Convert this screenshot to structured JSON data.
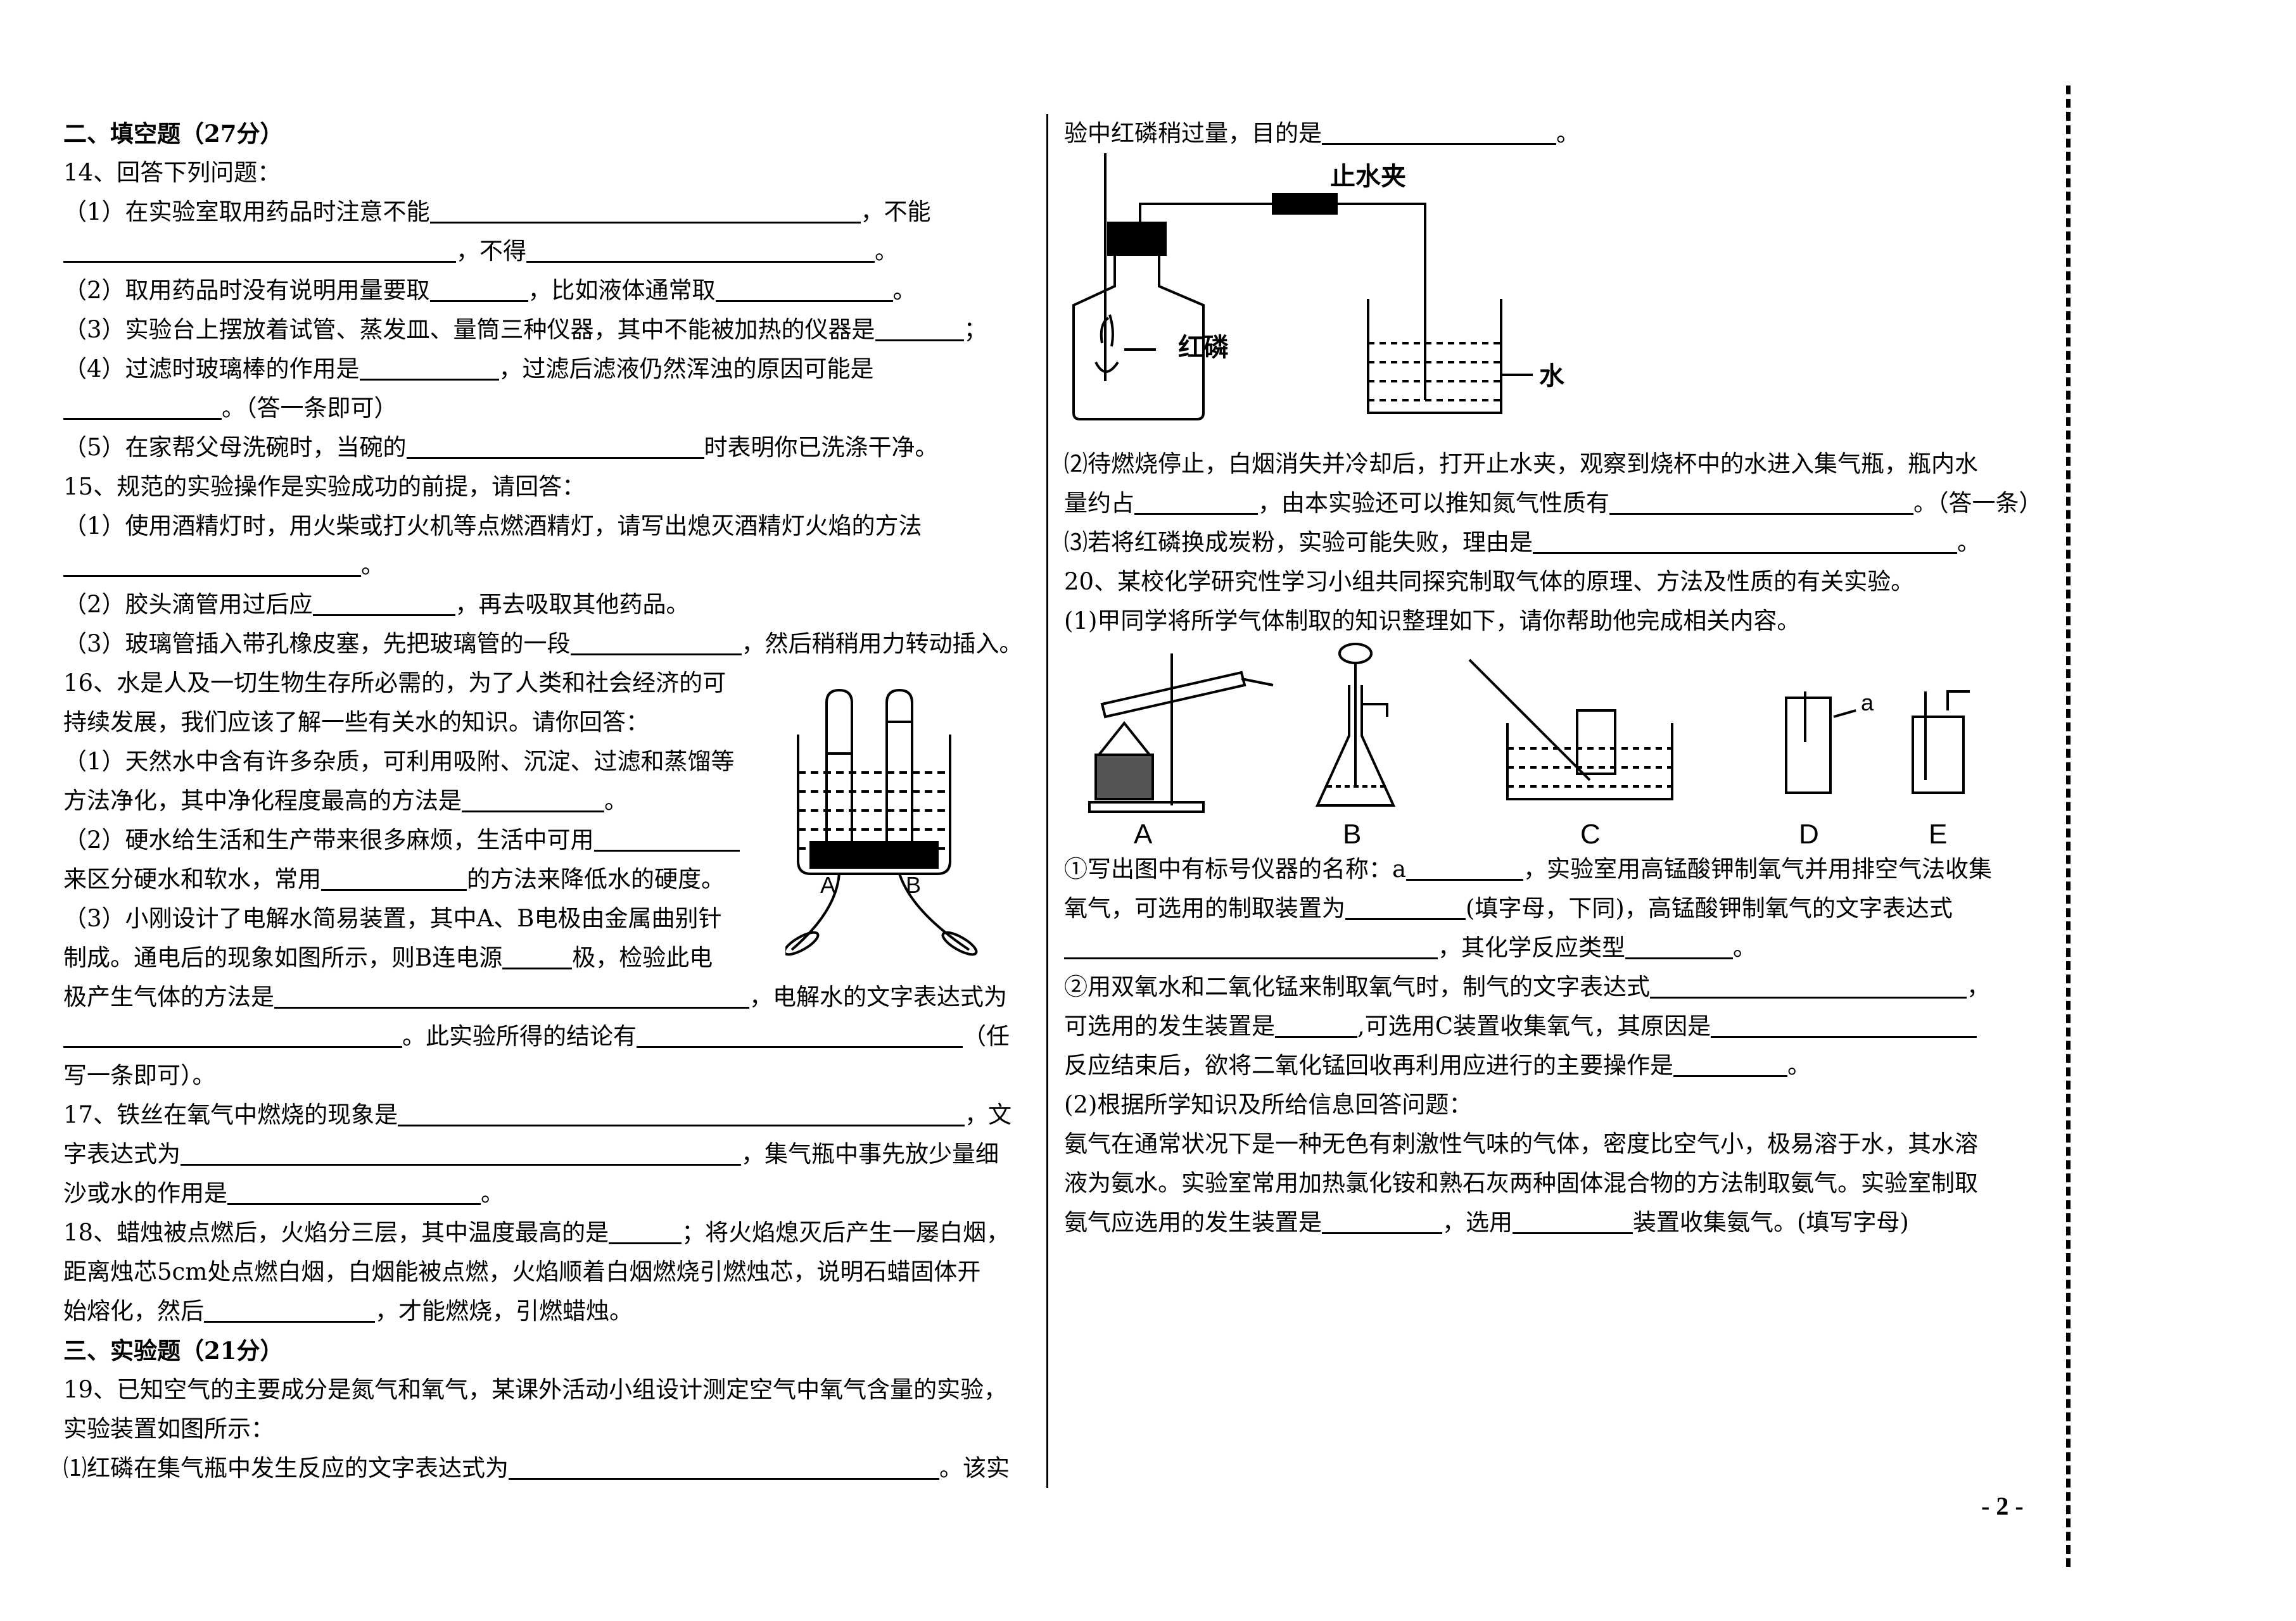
{
  "left": {
    "s2_title": "二、填空题（27分）",
    "q14": {
      "intro": "14、回答下列问题：",
      "p1a": "（1）在实验室取用药品时注意不能",
      "p1b": "，不能",
      "p1c": "，不得",
      "p1d": "。",
      "p2a": "（2）取用药品时没有说明用量要取",
      "p2b": "，比如液体通常取",
      "p2c": "。",
      "p3a": "（3）实验台上摆放着试管、蒸发皿、量筒三种仪器，其中不能被加热的仪器是",
      "p3b": "；",
      "p4a": "（4）过滤时玻璃棒的作用是",
      "p4b": "，过滤后滤液仍然浑浊的原因可能是",
      "p4c": "。（答一条即可）",
      "p5a": "（5）在家帮父母洗碗时，当碗的",
      "p5b": "时表明你已洗涤干净。"
    },
    "q15": {
      "intro": "15、规范的实验操作是实验成功的前提，请回答：",
      "p1a": "（1）使用酒精灯时，用火柴或打火机等点燃酒精灯，请写出熄灭酒精灯火焰的方法",
      "p1b": "。",
      "p2a": "（2）胶头滴管用过后应",
      "p2b": "，再去吸取其他药品。",
      "p3a": "（3）玻璃管插入带孔橡皮塞，先把玻璃管的一段",
      "p3b": "，然后稍稍用力转动插入。"
    },
    "q16": {
      "l1": "16、水是人及一切生物生存所必需的，为了人类和社会经济的可",
      "l2": "持续发展，我们应该了解一些有关水的知识。请你回答：",
      "l3": "（1）天然水中含有许多杂质，可利用吸附、沉淀、过滤和蒸馏等",
      "l4a": "方法净化，其中净化程度最高的方法是",
      "l4b": "。",
      "l5": "（2）硬水给生活和生产带来很多麻烦，生活中可用",
      "l6a": "来区分硬水和软水，常用",
      "l6b": "的方法来降低水的硬度。",
      "l7": "（3）小刚设计了电解水简易装置，其中A、B电极由金属曲别针",
      "l8a": "制成。通电后的现象如图所示，则B连电源",
      "l8b": "极，检验此电",
      "l9a": "极产生气体的方法是",
      "l9b": "，电解水的文字表达式为",
      "l10a": "。此实验所得的结论有",
      "l10b": "（任",
      "l11": "写一条即可）。",
      "fig_label_a": "A",
      "fig_label_b": "B"
    },
    "q17": {
      "l1a": "17、铁丝在氧气中燃烧的现象是",
      "l1b": "，文",
      "l2a": "字表达式为",
      "l2b": "，集气瓶中事先放少量细",
      "l3a": "沙或水的作用是",
      "l3b": "。"
    },
    "q18": {
      "l1a": "18、蜡烛被点燃后，火焰分三层，其中温度最高的是",
      "l1b": "；将火焰熄灭后产生一屡白烟，",
      "l2": "距离烛芯5cm处点燃白烟，白烟能被点燃，火焰顺着白烟燃烧引燃烛芯，说明石蜡固体开",
      "l3a": "始熔化，然后",
      "l3b": "，才能燃烧，引燃蜡烛。"
    },
    "s3_title": "三、实验题（21分）",
    "q19": {
      "l1": "19、已知空气的主要成分是氮气和氧气，某课外活动小组设计测定空气中氧气含量的实验，",
      "l2": "实验装置如图所示：",
      "l3a": "⑴红磷在集气瓶中发生反应的文字表达式为",
      "l3b": "。该实"
    }
  },
  "right": {
    "q19c": {
      "l1a": "验中红磷稍过量，目的是",
      "l1b": "。",
      "fig_clamp": "止水夹",
      "fig_phosphorus": "红磷",
      "fig_water": "水",
      "l2": "⑵待燃烧停止，白烟消失并冷却后，打开止水夹，观察到烧杯中的水进入集气瓶，瓶内水",
      "l3a": "量约占",
      "l3b": "，由本实验还可以推知氮气性质有",
      "l3c": "。（答一条）",
      "l4a": "⑶若将红磷换成炭粉，实验可能失败，理由是",
      "l4b": "。"
    },
    "q20": {
      "l1": "20、某校化学研究性学习小组共同探究制取气体的原理、方法及性质的有关实验。",
      "l2": "(1)甲同学将所学气体制取的知识整理如下，请你帮助他完成相关内容。",
      "fig_labels": [
        "A",
        "B",
        "C",
        "D",
        "E"
      ],
      "fig_a": "a",
      "p1a": "①写出图中有标号仪器的名称：a",
      "p1b": "，实验室用高锰酸钾制氧气并用排空气法收集",
      "p2a": "氧气，可选用的制取装置为",
      "p2b": "(填字母，下同)，高锰酸钾制氧气的文字表达式",
      "p3a": "，其化学反应类型",
      "p3b": "。",
      "p4a": "②用双氧水和二氧化锰来制取氧气时，制气的文字表达式",
      "p4b": "，",
      "p5a": "可选用的发生装置是",
      "p5b": ",可选用C装置收集氧气，其原因是",
      "p6a": "反应结束后，欲将二氧化锰回收再利用应进行的主要操作是",
      "p6b": "。",
      "p7": "(2)根据所学知识及所给信息回答问题：",
      "p8": "氨气在通常状况下是一种无色有刺激性气味的气体，密度比空气小，极易溶于水，其水溶",
      "p9": "液为氨水。实验室常用加热氯化铵和熟石灰两种固体混合物的方法制取氨气。实验室制取",
      "p10a": "氨气应选用的发生装置是",
      "p10b": "，选用",
      "p10c": "装置收集氨气。(填写字母)"
    }
  },
  "page_number": "- 2 -"
}
